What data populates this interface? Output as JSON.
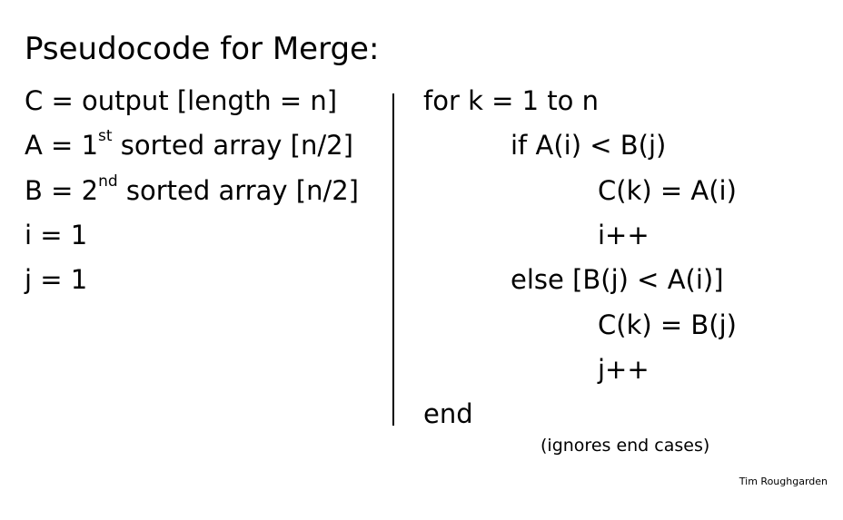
{
  "title": "Pseudocode for Merge:",
  "left_column": {
    "line1": "C = output [length = n]",
    "line2": {
      "before": "A = 1",
      "sup": "st",
      "after": " sorted array [n/2]"
    },
    "line3": {
      "before": "B = 2",
      "sup": "nd",
      "after": " sorted array [n/2]"
    },
    "line4": "i = 1",
    "line5": "j = 1"
  },
  "right_column": {
    "line1": "for k = 1 to n",
    "line2": "if A(i) < B(j)",
    "line3": "C(k) = A(i)",
    "line4": "i++",
    "line5": "else [B(j) < A(i)]",
    "line6": "C(k) = B(j)",
    "line7": "j++",
    "line8": "end"
  },
  "note": "(ignores end cases)",
  "author": "Tim Roughgarden"
}
